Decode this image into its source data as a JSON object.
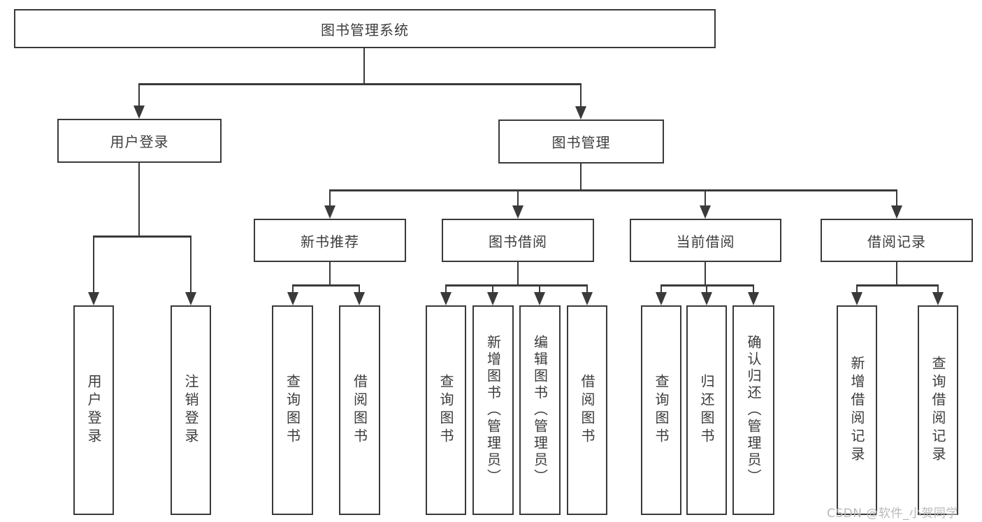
{
  "diagram_type": "tree",
  "colors": {
    "line": "#3a3a3a",
    "box_border": "#3a3a3a",
    "text": "#3c3c3c",
    "background": "#ffffff",
    "watermark": "#b9b9b9"
  },
  "root": {
    "label": "图书管理系统"
  },
  "level2": [
    {
      "label": "用户登录",
      "parent": "图书管理系统"
    },
    {
      "label": "图书管理",
      "parent": "图书管理系统"
    }
  ],
  "level3": [
    {
      "label": "新书推荐",
      "parent": "图书管理"
    },
    {
      "label": "图书借阅",
      "parent": "图书管理"
    },
    {
      "label": "当前借阅",
      "parent": "图书管理"
    },
    {
      "label": "借阅记录",
      "parent": "图书管理"
    }
  ],
  "leaves": [
    {
      "label": "用户登录",
      "parent": "用户登录"
    },
    {
      "label": "注销登录",
      "parent": "用户登录"
    },
    {
      "label": "查询图书",
      "parent": "新书推荐"
    },
    {
      "label": "借阅图书",
      "parent": "新书推荐"
    },
    {
      "label": "查询图书",
      "parent": "图书借阅"
    },
    {
      "label": "新增图书（管理员）",
      "parent": "图书借阅"
    },
    {
      "label": "编辑图书（管理员）",
      "parent": "图书借阅"
    },
    {
      "label": "借阅图书",
      "parent": "图书借阅"
    },
    {
      "label": "查询图书",
      "parent": "当前借阅"
    },
    {
      "label": "归还图书",
      "parent": "当前借阅"
    },
    {
      "label": "确认归还（管理员）",
      "parent": "当前借阅"
    },
    {
      "label": "新增借阅记录",
      "parent": "借阅记录"
    },
    {
      "label": "查询借阅记录",
      "parent": "借阅记录"
    }
  ],
  "watermark": "CSDN @软件_小贺同学"
}
